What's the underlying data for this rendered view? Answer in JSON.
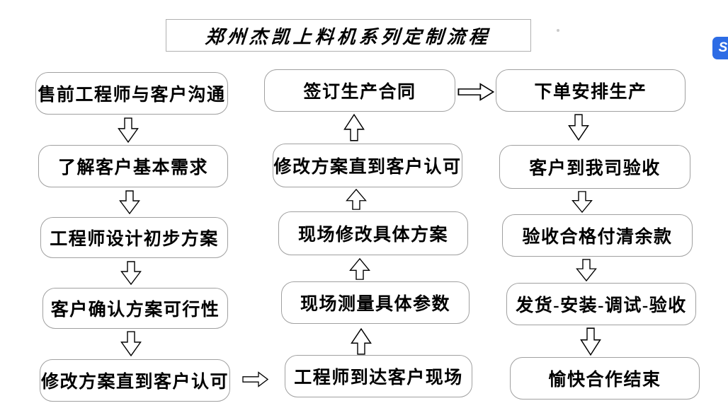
{
  "title": "郑州杰凯上料机系列定制流程",
  "flow": {
    "left_column": [
      "售前工程师与客户沟通",
      "了解客户基本需求",
      "工程师设计初步方案",
      "客户确认方案可行性",
      "修改方案直到客户认可"
    ],
    "middle_column": [
      "签订生产合同",
      "修改方案直到客户认可",
      "现场修改具体方案",
      "现场测量具体参数",
      "工程师到达客户现场"
    ],
    "right_column": [
      "下单安排生产",
      "客户到我司验收",
      "验收合格付清余款",
      "发货-安装-调试-验收",
      "愉快合作结束"
    ],
    "arrow_directions": {
      "left_column": "down",
      "middle_column": "up",
      "right_column": "down",
      "left_bottom_to_middle_bottom": "right",
      "middle_top_to_right_top": "right"
    }
  },
  "side_widget": {
    "glyph": "S",
    "color": "#2d6ce5"
  },
  "colors": {
    "background": "#ffffff",
    "box_border": "#a0a0a0",
    "title_border": "#b0b0b0",
    "text": "#000000"
  }
}
